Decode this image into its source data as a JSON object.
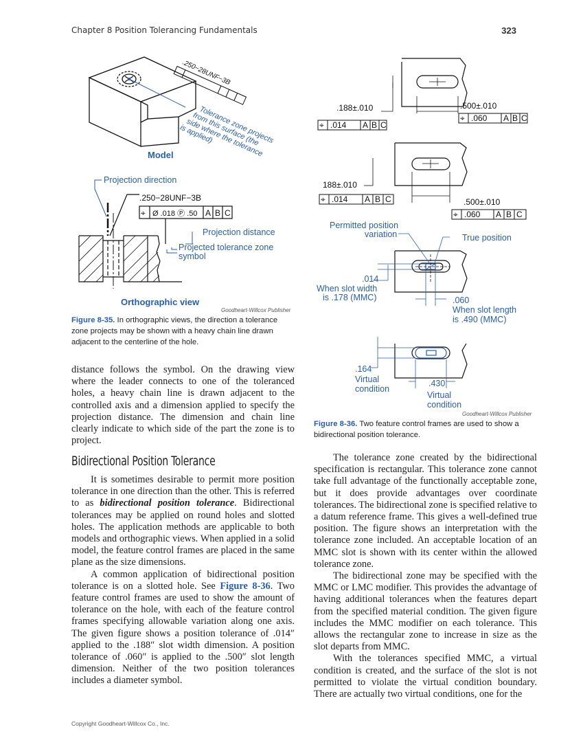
{
  "header": {
    "chapter": "Chapter 8   Position Tolerancing Fundamentals",
    "page_number": "323"
  },
  "fig35": {
    "model_label": "Model",
    "model_thread": ".250−28UNF−3B",
    "model_tol_text": "Tolerance zone projects from this surface (the side where the tolerance is applied)",
    "projection_direction": "Projection direction",
    "thread": ".250−28UNF−3B",
    "fcf": [
      "⌖",
      "Ø .018 Ⓟ .50",
      "A",
      "B",
      "C"
    ],
    "projection_distance": "Projection distance",
    "projected_zone_symbol_1": "Projected tolerance zone",
    "projected_zone_symbol_2": "symbol",
    "ortho_label": "Orthographic view",
    "credit": "Goodheart-Willcox Publisher",
    "caption_fig": "Figure 8-35.",
    "caption_text": " In orthographic views, the direction a tolerance zone projects may be shown with a heavy chain line drawn adjacent to the centerline of the hole."
  },
  "fig36": {
    "dim_188a": ".188±.010",
    "fcf_014a": ".014",
    "dim_500a": ".500±.010",
    "fcf_060a": ".060",
    "dim_188b": "188±.010",
    "fcf_014b": ".014",
    "dim_500b": ".500±.010",
    "fcf_060b": ".060",
    "datums": [
      "A",
      "B",
      "C"
    ],
    "permitted_1": "Permitted position",
    "permitted_2": "variation",
    "true_position": "True position",
    "v014": ".014",
    "slot_width_1": "When slot width",
    "slot_width_2": "is .178 (MMC)",
    "v060": ".060",
    "slot_length_1": "When slot length",
    "slot_length_2": "is .490 (MMC)",
    "v164": ".164",
    "virtual_1": "Virtual",
    "condition_1": "condition",
    "v430": ".430",
    "virtual_2": "Virtual",
    "condition_2": "condition",
    "credit": "Goodheart-Willcox Publisher",
    "caption_fig": "Figure 8-36.",
    "caption_text": " Two feature control frames are used to show a bidirectional position tolerance."
  },
  "left_col_intro": "distance follows the symbol. On the drawing view where the leader connects to one of the toleranced holes, a heavy chain line is drawn adjacent to the controlled axis and a dimension applied to specify the projection distance. The dimension and chain line clearly indicate to which side of the part the zone is to project.",
  "section_heading": "Bidirectional Position Tolerance",
  "para1_a": "It is sometimes desirable to permit more position tolerance in one direction than the other. This is referred to as ",
  "para1_term": "bidirectional position tolerance",
  "para1_b": ". Bidirectional tolerances may be applied on round holes and slotted holes. The application methods are applicable to both models and orthographic views. When applied in a solid model, the feature control frames are placed in the same plane as the size dimensions.",
  "para2_a": "A common application of bidirectional position tolerance is on a slotted hole. See ",
  "para2_ref": "Figure 8-36",
  "para2_b": ". Two feature control frames are used to show the amount of tolerance on the hole, with each of the feature control frames specifying allowable variation along one axis. The given figure shows a position tolerance of .014″ applied to the .188″ slot width dimension. A position tolerance of .060″ is applied to the .500″ slot length dimension. Neither of the two position tolerances includes a diameter symbol.",
  "right_p1": "The tolerance zone created by the bidirectional specification is rectangular. This tolerance zone cannot take full advantage of the functionally acceptable zone, but it does provide advantages over coordinate tolerances. The bidirectional zone is specified relative to a datum reference frame. This gives a well-defined true position. The figure shows an interpretation with the tolerance zone included. An acceptable location of an MMC slot is shown with its center within the allowed tolerance zone.",
  "right_p2": "The bidirectional zone may be specified with the MMC or LMC modifier. This provides the advantage of having additional tolerances when the features depart from the specified material condition. The given figure includes the MMC modifier on each tolerance. This allows the rectangular zone to increase in size as the slot departs from MMC.",
  "right_p3": "With the tolerances specified MMC, a virtual condition is created, and the surface of the slot is not permitted to violate the virtual condition boundary. There are actually two virtual conditions, one for the",
  "footer": "Copyright Goodheart-Willcox Co., Inc."
}
